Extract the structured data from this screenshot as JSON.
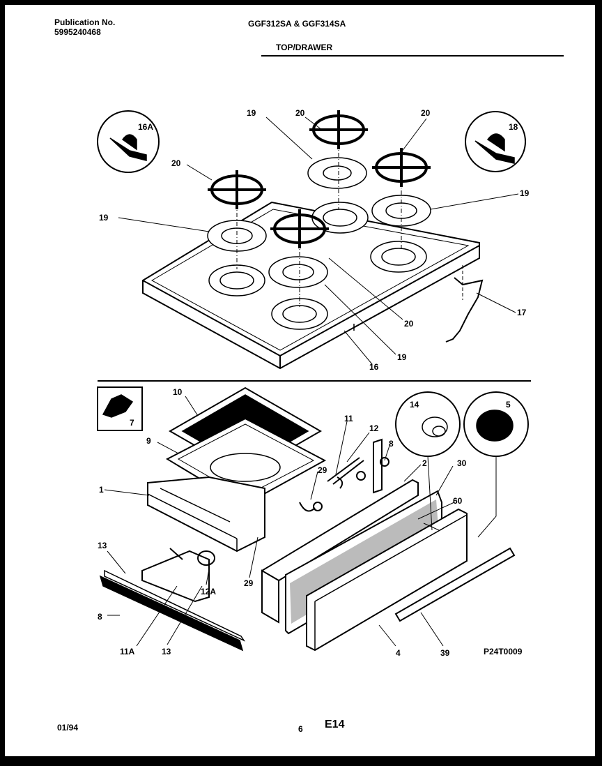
{
  "header": {
    "pub_label": "Publication No.",
    "pub_number": "5995240468",
    "models": "GGF312SA & GGF314SA",
    "section": "TOP/DRAWER"
  },
  "footer": {
    "date": "01/94",
    "page": "6",
    "code": "E14"
  },
  "figure_code": "P24T0009",
  "callouts": {
    "top": [
      "16A",
      "19",
      "20",
      "20",
      "18",
      "20",
      "19",
      "19",
      "17",
      "20",
      "19",
      "16"
    ],
    "bottom": [
      "7",
      "10",
      "9",
      "1",
      "11",
      "12",
      "8",
      "14",
      "5",
      "2",
      "30",
      "60",
      "29",
      "13",
      "8",
      "12A",
      "29",
      "11A",
      "13",
      "4",
      "39"
    ]
  }
}
